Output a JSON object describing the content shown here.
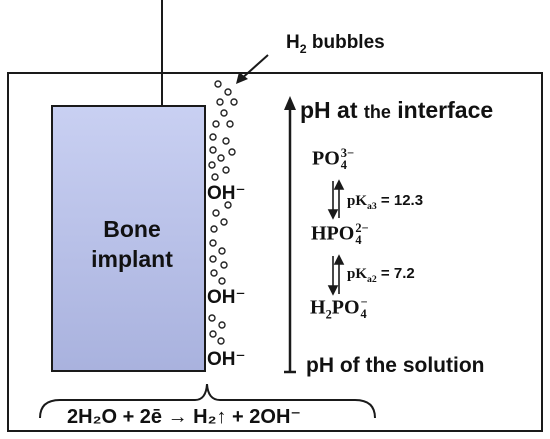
{
  "labels": {
    "h2_prefix": "H",
    "h2_sub": "2",
    "h2_suffix": " bubbles",
    "implant_line1": "Bone",
    "implant_line2": "implant",
    "oh_1": "OH⁻",
    "oh_2": "OH⁻",
    "oh_3": "OH⁻",
    "ph_interface_pre": "pH at ",
    "ph_interface_the": "the",
    "ph_interface_post": " interface",
    "ph_solution": "pH of the solution",
    "species_1": {
      "base": "PO",
      "sub": "4",
      "sup": "3−"
    },
    "species_2": {
      "base": "HPO",
      "sub": "4",
      "sup": "2−"
    },
    "species_3": {
      "pre": "H",
      "pre_sub": "2",
      "base": "PO",
      "sub": "4",
      "sup": "−"
    },
    "pka3": {
      "pre": "pK",
      "sub": "a3",
      "post": " = 12.3"
    },
    "pka2": {
      "pre": "pK",
      "sub": "a2",
      "post": " = 7.2"
    },
    "reaction": "2H₂O + 2ē → H₂↑ + 2OH⁻"
  },
  "colors": {
    "implant_top": "#c5cdf0",
    "implant_bottom": "#b7bfe6",
    "stroke": "#1a1a1a"
  }
}
